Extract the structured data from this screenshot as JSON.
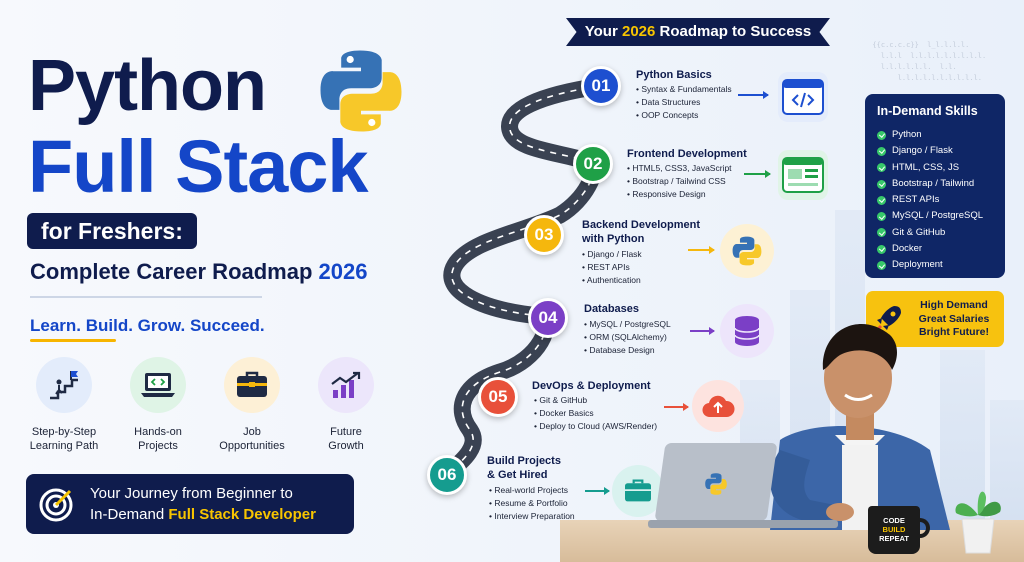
{
  "headline": {
    "line1": "Python",
    "line2": "Full Stack",
    "pill": "for Freshers:",
    "subtitle_main": "Complete Career Roadmap ",
    "subtitle_year": "2026",
    "tagline": "Learn. Build. Grow. Succeed."
  },
  "features": [
    {
      "label": "Step-by-Step\nLearning Path",
      "icon": "stairs-flag-icon",
      "color": "#e3ecfb"
    },
    {
      "label": "Hands-on\nProjects",
      "icon": "laptop-code-icon",
      "color": "#dff4e6"
    },
    {
      "label": "Job\nOpportunities",
      "icon": "briefcase-icon",
      "color": "#fdf0d6"
    },
    {
      "label": "Future\nGrowth",
      "icon": "growth-chart-icon",
      "color": "#ece6fb"
    }
  ],
  "journey": {
    "line1": "Your Journey from Beginner to",
    "line2_prefix": "In-Demand ",
    "line2_highlight": "Full Stack Developer"
  },
  "banner": {
    "prefix": "Your ",
    "year": "2026",
    "suffix": " Roadmap to Success"
  },
  "steps": [
    {
      "num": "01",
      "title": "Python Basics",
      "items": [
        "• Syntax & Fundamentals",
        "• Data Structures",
        "• OOP Concepts"
      ],
      "color": "#1d4fd0",
      "icon": "code-window-icon"
    },
    {
      "num": "02",
      "title": "Frontend Development",
      "items": [
        "• HTML5, CSS3, JavaScript",
        "• Bootstrap / Tailwind CSS",
        "• Responsive Design"
      ],
      "color": "#1fa047",
      "icon": "web-layout-icon"
    },
    {
      "num": "03",
      "title": "Backend Development\nwith Python",
      "items": [
        "• Django / Flask",
        "• REST APIs",
        "• Authentication"
      ],
      "color": "#f5b70d",
      "icon": "python-logo-icon"
    },
    {
      "num": "04",
      "title": "Databases",
      "items": [
        "• MySQL / PostgreSQL",
        "• ORM (SQLAlchemy)",
        "• Database Design"
      ],
      "color": "#7b3fc6",
      "icon": "database-icon"
    },
    {
      "num": "05",
      "title": "DevOps & Deployment",
      "items": [
        "• Git & GitHub",
        "• Docker Basics",
        "• Deploy to Cloud (AWS/Render)"
      ],
      "color": "#e8503a",
      "icon": "cloud-upload-icon"
    },
    {
      "num": "06",
      "title": "Build Projects\n& Get Hired",
      "items": [
        "• Real-world Projects",
        "• Resume & Portfolio",
        "• Interview Preparation"
      ],
      "color": "#159c8f",
      "icon": "briefcase-icon"
    }
  ],
  "skills": {
    "title": "In-Demand Skills",
    "items": [
      "Python",
      "Django / Flask",
      "HTML, CSS, JS",
      "Bootstrap / Tailwind",
      "REST APIs",
      "MySQL / PostgreSQL",
      "Git & GitHub",
      "Docker",
      "Deployment"
    ]
  },
  "demand": {
    "lines": [
      "High Demand",
      "Great Salaries",
      "Bright Future!"
    ]
  },
  "mug": {
    "lines": [
      "CODE",
      "BUILD",
      "REPEAT"
    ]
  }
}
